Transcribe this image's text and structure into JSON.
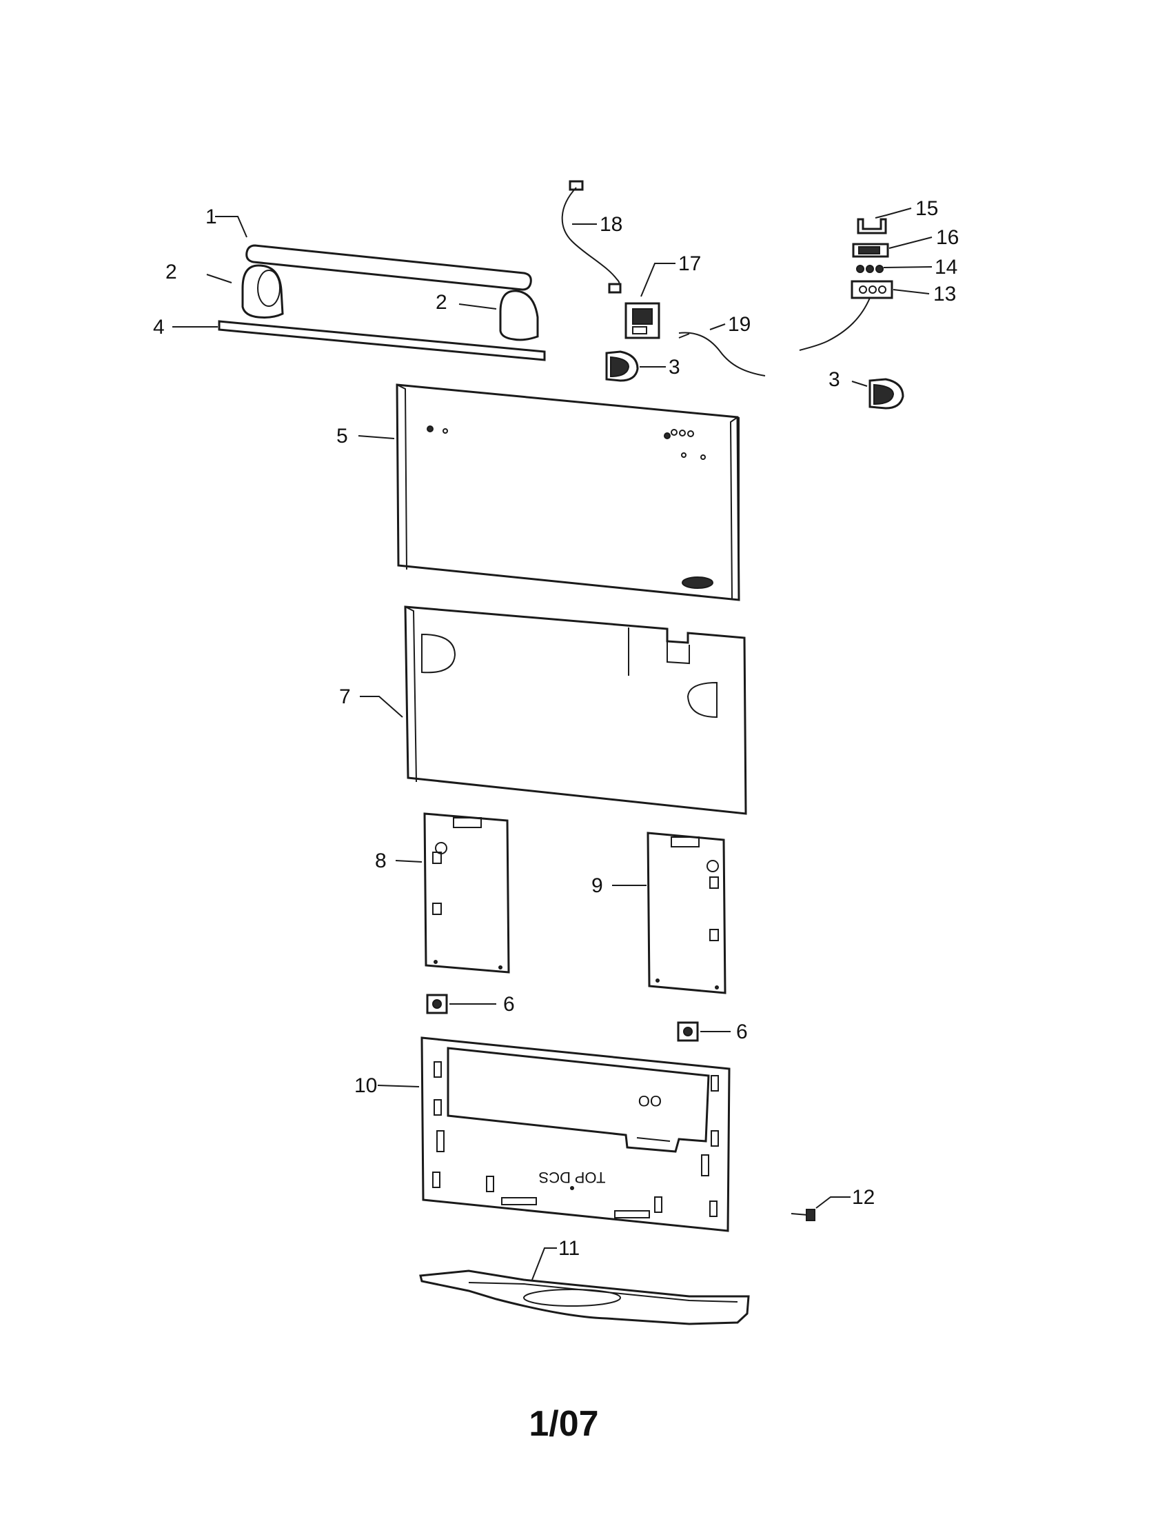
{
  "page_number": "1/07",
  "board_stamp": "TOP DCS",
  "callouts": [
    {
      "id": "c1",
      "label": "1"
    },
    {
      "id": "c2a",
      "label": "2"
    },
    {
      "id": "c2b",
      "label": "2"
    },
    {
      "id": "c3a",
      "label": "3"
    },
    {
      "id": "c3b",
      "label": "3"
    },
    {
      "id": "c4",
      "label": "4"
    },
    {
      "id": "c5",
      "label": "5"
    },
    {
      "id": "c6a",
      "label": "6"
    },
    {
      "id": "c6b",
      "label": "6"
    },
    {
      "id": "c7",
      "label": "7"
    },
    {
      "id": "c8",
      "label": "8"
    },
    {
      "id": "c9",
      "label": "9"
    },
    {
      "id": "c10",
      "label": "10"
    },
    {
      "id": "c11",
      "label": "11"
    },
    {
      "id": "c12",
      "label": "12"
    },
    {
      "id": "c13",
      "label": "13"
    },
    {
      "id": "c14",
      "label": "14"
    },
    {
      "id": "c15",
      "label": "15"
    },
    {
      "id": "c16",
      "label": "16"
    },
    {
      "id": "c17",
      "label": "17"
    },
    {
      "id": "c18",
      "label": "18"
    },
    {
      "id": "c19",
      "label": "19"
    }
  ]
}
